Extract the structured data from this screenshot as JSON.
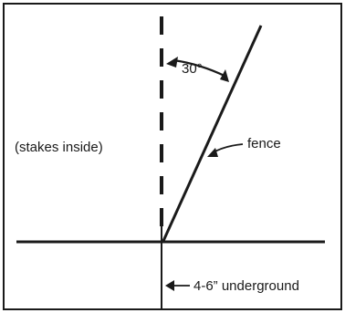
{
  "diagram": {
    "angle_label": "30°",
    "fence_label": "fence",
    "stakes_label": "(stakes inside)",
    "underground_label": "4-6” underground",
    "fence_angle_degrees": 30
  }
}
